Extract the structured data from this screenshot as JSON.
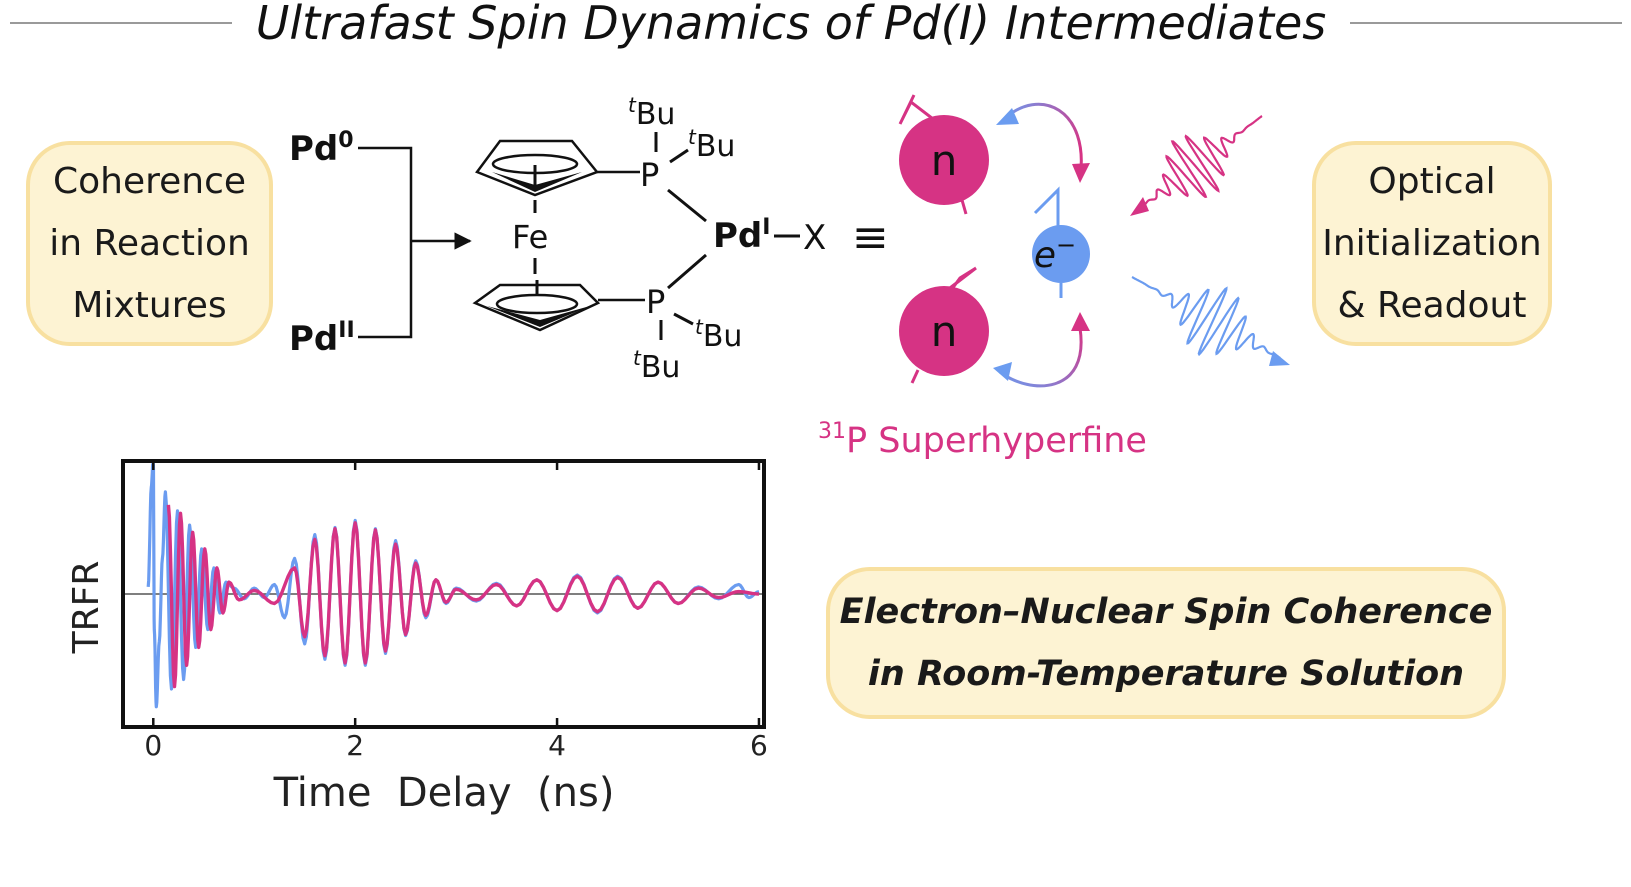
{
  "title": "Ultrafast Spin Dynamics of Pd(I) Intermediates",
  "left_box": {
    "lines": [
      "Coherence",
      "in Reaction",
      "Mixtures"
    ]
  },
  "right_box": {
    "lines": [
      "Optical",
      "Initialization",
      "& Readout"
    ]
  },
  "bottom_box": {
    "lines": [
      "Electron–Nuclear Spin Coherence",
      "in Room-Temperature Solution"
    ]
  },
  "molecule": {
    "pd0": {
      "base": "Pd",
      "sup": "0"
    },
    "pd2": {
      "base": "Pd",
      "sup": "II"
    },
    "iron": "Fe",
    "phosphorus": "P",
    "tbu": {
      "sup": "t",
      "base": "Bu"
    },
    "pdI": {
      "base": "Pd",
      "sup": "I"
    },
    "halide": "X",
    "equiv": "≡"
  },
  "spin_diagram": {
    "nucleus_label": "n",
    "electron_label": "e",
    "electron_charge": "−",
    "caption_sup": "31",
    "caption": "P Superhyperfine"
  },
  "colors": {
    "magenta": "#d63384",
    "blue": "#6b9cf0",
    "pill_fill": "#fdf3d3",
    "pill_border": "#f8e0a0"
  },
  "chart_data": {
    "type": "line",
    "xlabel": "Time  Delay  (ns)",
    "ylabel": "TRFR",
    "xlim": [
      -0.3,
      6.05
    ],
    "ylim": [
      -1.12,
      1.12
    ],
    "xticks": [
      0,
      2,
      4,
      6
    ],
    "tick_labels": [
      "0",
      "2",
      "4",
      "6"
    ],
    "grid": false,
    "series": [
      {
        "color": "#6b9cf0",
        "x": [
          -0.05,
          -0.02,
          0.0,
          0.01,
          0.03,
          0.06,
          0.09,
          0.12,
          0.18,
          0.24,
          0.3,
          0.36,
          0.42,
          0.48,
          0.54,
          0.6,
          0.66,
          0.72,
          0.8,
          0.9,
          1.0,
          1.1,
          1.2,
          1.3,
          1.4,
          1.5,
          1.6,
          1.7,
          1.8,
          1.9,
          2.0,
          2.1,
          2.2,
          2.3,
          2.4,
          2.5,
          2.6,
          2.7,
          2.8,
          2.9,
          3.0,
          3.2,
          3.4,
          3.6,
          3.8,
          4.0,
          4.2,
          4.4,
          4.6,
          4.8,
          5.0,
          5.2,
          5.4,
          5.6,
          5.8,
          5.9,
          6.0
        ],
        "y": [
          0.06,
          0.9,
          1.15,
          -0.3,
          -0.95,
          -0.4,
          0.3,
          0.86,
          -0.8,
          0.7,
          -0.72,
          0.58,
          -0.45,
          0.38,
          -0.3,
          0.22,
          -0.16,
          0.1,
          0.05,
          -0.04,
          0.05,
          -0.03,
          0.08,
          -0.2,
          0.3,
          -0.42,
          0.5,
          -0.55,
          0.56,
          -0.6,
          0.62,
          -0.6,
          0.55,
          -0.5,
          0.45,
          -0.35,
          0.28,
          -0.2,
          0.12,
          -0.08,
          0.05,
          -0.06,
          0.09,
          -0.1,
          0.12,
          -0.14,
          0.16,
          -0.16,
          0.15,
          -0.12,
          0.1,
          -0.08,
          0.06,
          -0.04,
          0.08,
          -0.03,
          0.02
        ]
      },
      {
        "color": "#d63384",
        "x": [
          0.15,
          0.21,
          0.27,
          0.33,
          0.39,
          0.45,
          0.51,
          0.57,
          0.63,
          0.69,
          0.75,
          0.85,
          1.0,
          1.2,
          1.4,
          1.5,
          1.6,
          1.7,
          1.8,
          1.9,
          2.0,
          2.1,
          2.2,
          2.3,
          2.4,
          2.5,
          2.6,
          2.7,
          2.8,
          2.9,
          3.0,
          3.2,
          3.4,
          3.6,
          3.8,
          4.0,
          4.2,
          4.4,
          4.6,
          4.8,
          5.0,
          5.2,
          5.4,
          5.6,
          5.8,
          6.0
        ],
        "y": [
          0.75,
          -0.78,
          0.68,
          -0.6,
          0.52,
          -0.45,
          0.38,
          -0.3,
          0.22,
          -0.16,
          0.1,
          -0.05,
          0.03,
          -0.08,
          0.22,
          -0.36,
          0.46,
          -0.52,
          0.55,
          -0.58,
          0.6,
          -0.58,
          0.54,
          -0.48,
          0.42,
          -0.34,
          0.26,
          -0.18,
          0.12,
          -0.07,
          0.04,
          -0.05,
          0.08,
          -0.1,
          0.12,
          -0.14,
          0.15,
          -0.15,
          0.14,
          -0.12,
          0.1,
          -0.08,
          0.05,
          -0.03,
          0.02,
          0.0
        ]
      }
    ]
  }
}
